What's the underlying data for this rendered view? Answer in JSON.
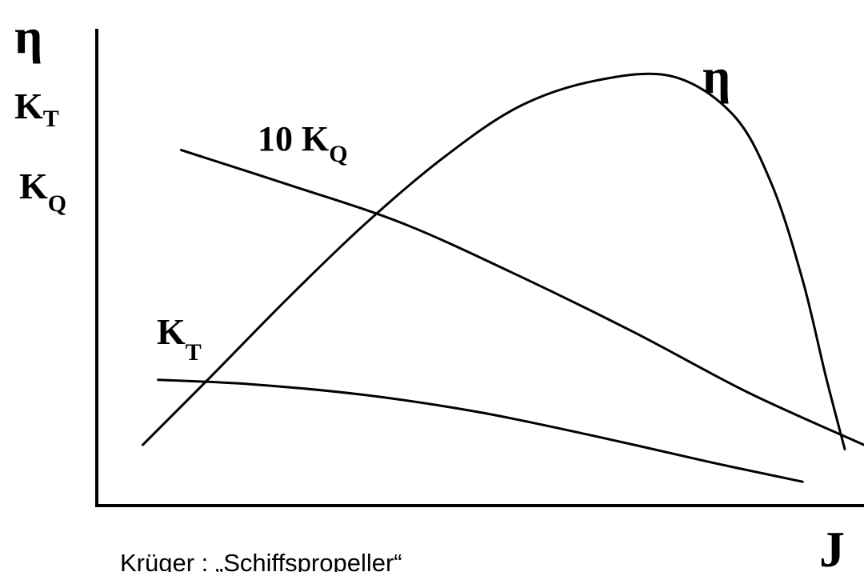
{
  "chart_data": {
    "type": "line",
    "title": "",
    "xlabel": "J",
    "ylabel_lines": [
      "η",
      "KT",
      "KQ"
    ],
    "grid": false,
    "legend": "none",
    "series": [
      {
        "name": "η",
        "label_main": "η",
        "label_sub": "",
        "x": [
          0.06,
          0.15,
          0.25,
          0.35,
          0.45,
          0.55,
          0.65,
          0.75,
          0.83,
          0.88,
          0.92,
          0.95,
          0.975
        ],
        "y": [
          0.14,
          0.3,
          0.48,
          0.65,
          0.8,
          0.92,
          0.98,
          0.99,
          0.9,
          0.74,
          0.52,
          0.3,
          0.13
        ]
      },
      {
        "name": "10 KQ",
        "label_main": "10 K",
        "label_sub": "Q",
        "x": [
          0.11,
          0.25,
          0.4,
          0.55,
          0.7,
          0.85,
          1.0
        ],
        "y": [
          0.82,
          0.74,
          0.65,
          0.53,
          0.4,
          0.26,
          0.14
        ]
      },
      {
        "name": "KT",
        "label_main": "K",
        "label_sub": "T",
        "x": [
          0.08,
          0.2,
          0.35,
          0.5,
          0.65,
          0.8,
          0.92
        ],
        "y": [
          0.29,
          0.28,
          0.255,
          0.215,
          0.16,
          0.1,
          0.055
        ]
      }
    ],
    "y_axis_labels": [
      {
        "main": "η",
        "sub": ""
      },
      {
        "main": "K",
        "sub": "T"
      },
      {
        "main": "K",
        "sub": "Q"
      }
    ]
  },
  "citation": "Krüger : „Schiffspropeller“"
}
